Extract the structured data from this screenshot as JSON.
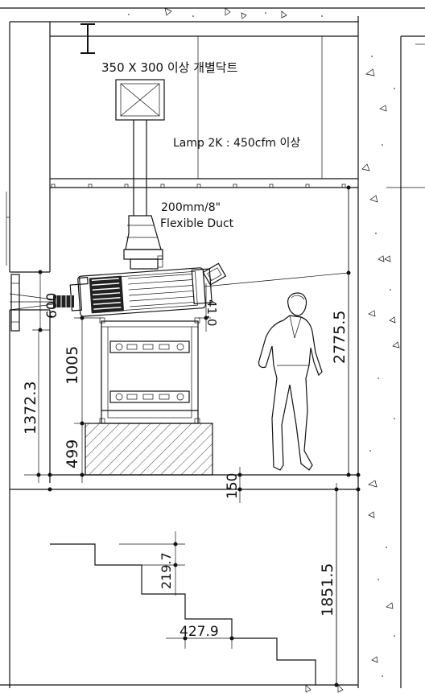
{
  "labels": {
    "duct_size": "350 X 300 이상 개별닥트",
    "lamp_spec": "Lamp 2K : 450cfm 이상",
    "flex_size": "200mm/8\"",
    "flex_name": "Flexible Duct"
  },
  "dimensions": {
    "port_height": "600",
    "tilt_offset": "41.0",
    "pedestal_height": "1005",
    "wall_sill": "1372.3",
    "platform_height": "499",
    "ceiling_height": "2775.5",
    "slab_thickness": "150",
    "stair_riser": "219.7",
    "stair_floor": "1851.5",
    "stair_tread": "427.9"
  },
  "colors": {
    "line": "#111111",
    "background": "#ffffff"
  }
}
